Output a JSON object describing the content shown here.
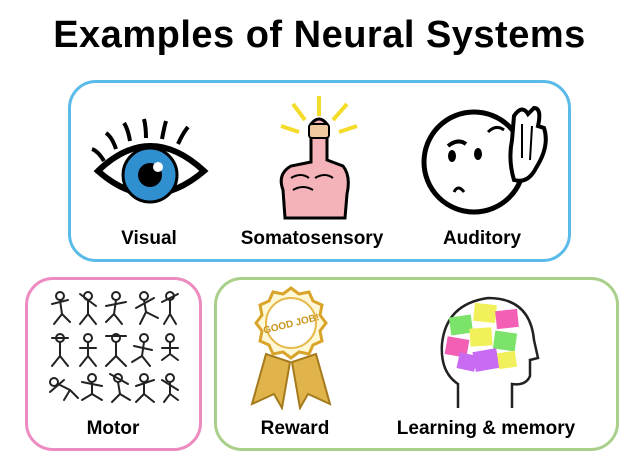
{
  "title": "Examples of Neural Systems",
  "colors": {
    "sensory_border": "#5bbbe8",
    "motor_border": "#ec8bc0",
    "learning_border": "#a9d08a",
    "eye_iris": "#2f8fcf",
    "finger_skin": "#f3b3b9",
    "ribbon_gold": "#e0b44a"
  },
  "groups": {
    "sensory": {
      "items": [
        {
          "label": "Visual",
          "icon": "eye-icon"
        },
        {
          "label": "Somatosensory",
          "icon": "finger-touch-icon"
        },
        {
          "label": "Auditory",
          "icon": "listening-face-icon"
        }
      ]
    },
    "motor": {
      "items": [
        {
          "label": "Motor",
          "icon": "stick-figures-icon"
        }
      ]
    },
    "learning": {
      "items": [
        {
          "label": "Reward",
          "icon": "good-job-ribbon-icon"
        },
        {
          "label": "Learning & memory",
          "icon": "head-sticky-notes-icon"
        }
      ]
    }
  },
  "badge_text": "GOOD JOB!"
}
